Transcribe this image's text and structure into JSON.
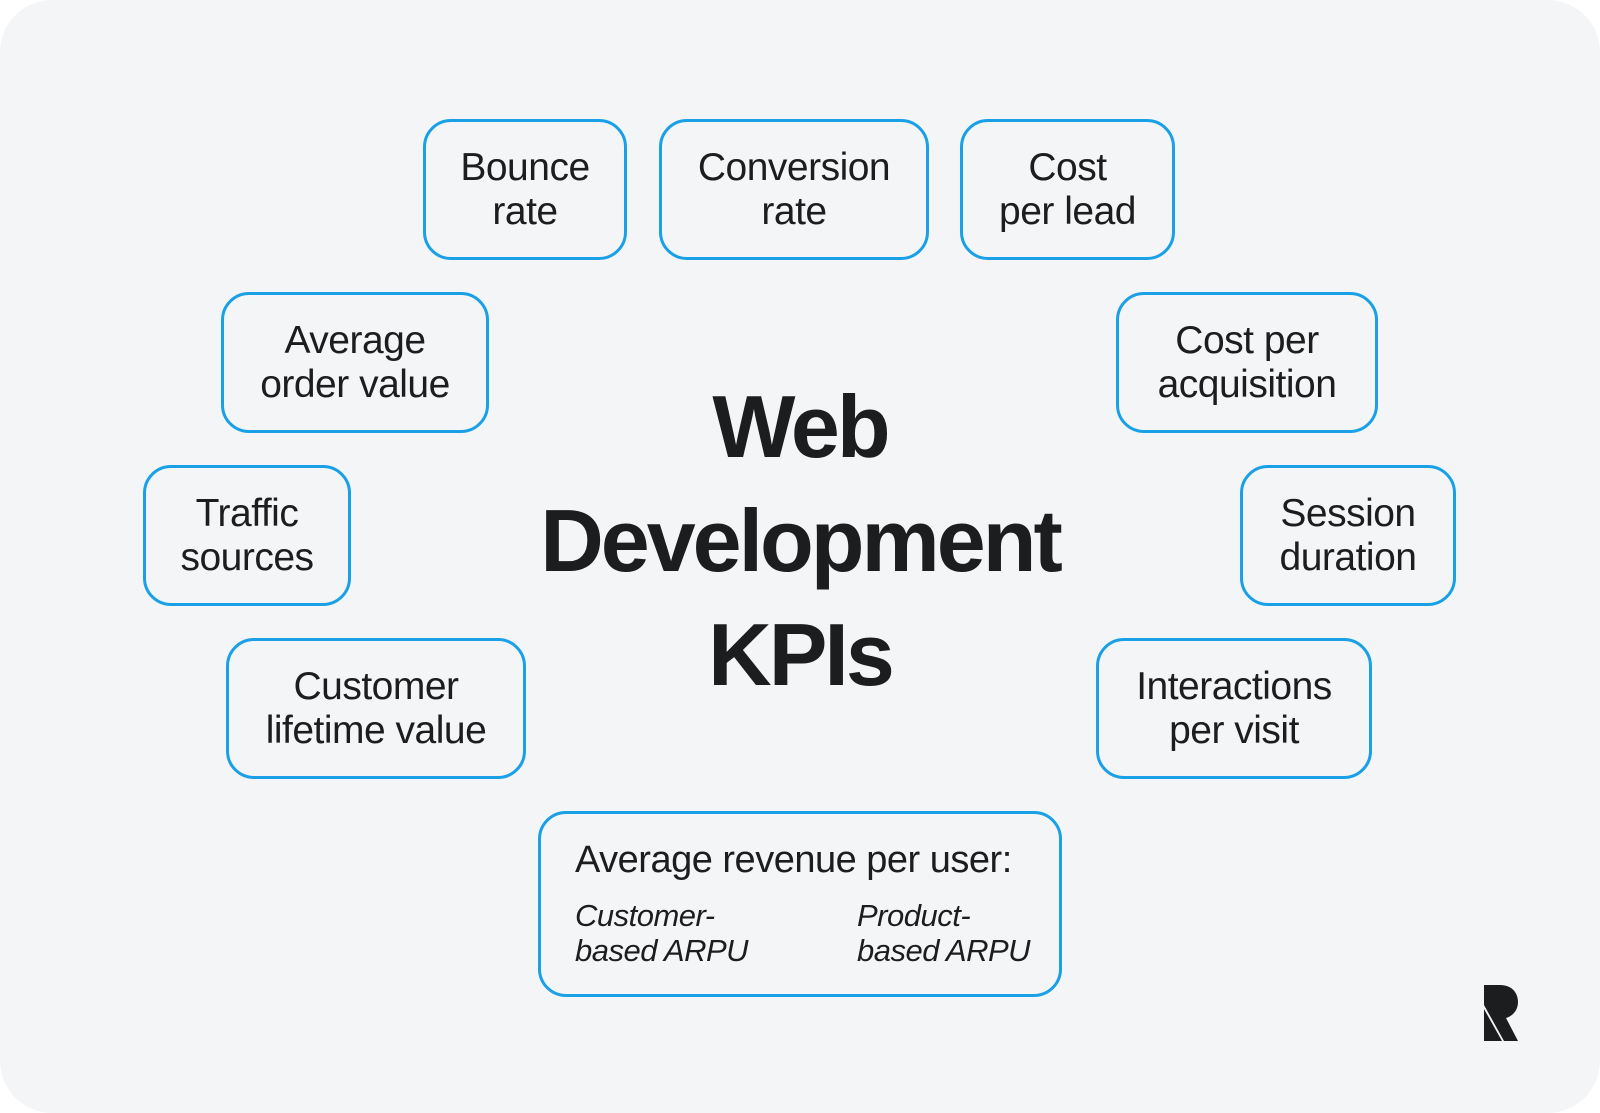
{
  "title": {
    "line1": "Web",
    "line2": "Development",
    "line3": "KPIs"
  },
  "kpis": {
    "bounce_rate": {
      "line1": "Bounce",
      "line2": "rate"
    },
    "conversion_rate": {
      "line1": "Conversion",
      "line2": "rate"
    },
    "cost_per_lead": {
      "line1": "Cost",
      "line2": "per lead"
    },
    "average_order_value": {
      "line1": "Average",
      "line2": "order value"
    },
    "cost_per_acquisition": {
      "line1": "Cost per",
      "line2": "acquisition"
    },
    "traffic_sources": {
      "line1": "Traffic",
      "line2": "sources"
    },
    "session_duration": {
      "line1": "Session",
      "line2": "duration"
    },
    "customer_lifetime_value": {
      "line1": "Customer",
      "line2": "lifetime value"
    },
    "interactions_per_visit": {
      "line1": "Interactions",
      "line2": "per visit"
    }
  },
  "arpu": {
    "title": "Average revenue per user:",
    "customer_based": {
      "line1": "Customer-",
      "line2": "based ARPU"
    },
    "product_based": {
      "line1": "Product-",
      "line2": "based ARPU"
    }
  },
  "colors": {
    "border": "#1aa0e6",
    "background": "#f3f5f7",
    "text": "#1b1d1f"
  },
  "logo": "brand-r-logo"
}
